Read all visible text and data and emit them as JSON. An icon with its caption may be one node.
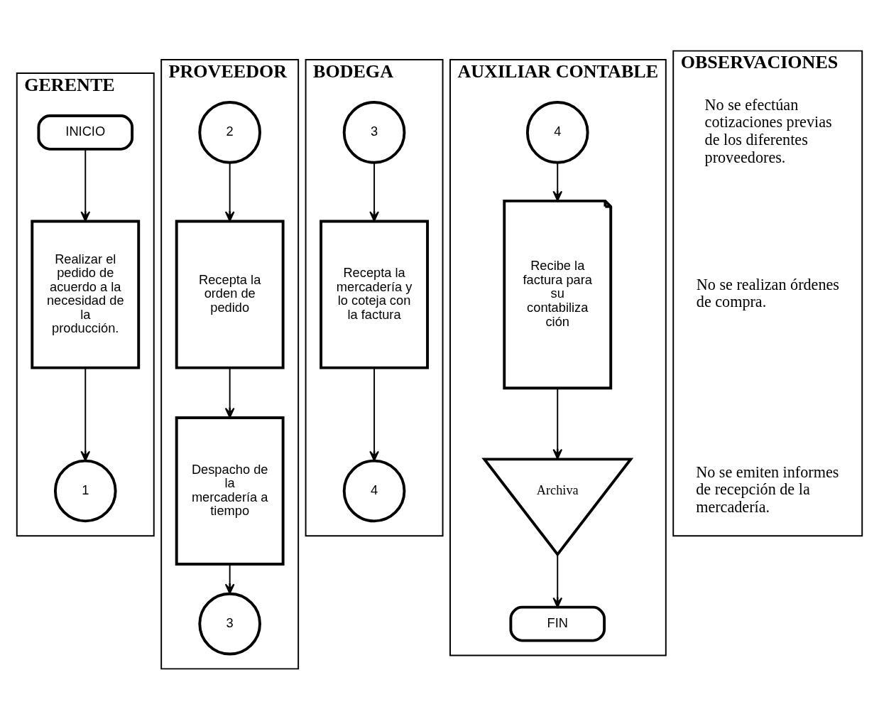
{
  "diagram": {
    "nodes": [
      {
        "text": [
          "GERENTE"
        ]
      },
      {
        "text": [
          "INICIO"
        ],
        "in": 0
      },
      {
        "text": [
          "Realizar el pedido de acuerdo a la necesidad de la producción."
        ],
        "in": 0
      },
      {
        "text": [
          "1"
        ],
        "in": 0
      },
      {
        "text": [
          "PROVEEDOR"
        ]
      },
      {
        "text": [
          "2"
        ],
        "in": 4
      },
      {
        "text": [
          "Recepta la orden de pedido"
        ],
        "in": 4
      },
      {
        "text": [
          "Despacho de la mercadería a tiempo"
        ],
        "in": 4
      },
      {
        "text": [
          "3"
        ],
        "in": 4
      },
      {
        "text": [
          "BODEGA"
        ]
      },
      {
        "text": [
          "3"
        ],
        "in": 9
      },
      {
        "text": [
          "Recepta la mercadería y lo coteja con la factura"
        ],
        "in": 9
      },
      {
        "text": [
          "4"
        ],
        "in": 9
      },
      {
        "text": [
          "AUXILIAR CONTABLE"
        ]
      },
      {
        "text": [
          "4"
        ],
        "in": 13
      },
      {
        "text": [
          "Recibe la factura para su contabiliza ción"
        ],
        "in": 13
      },
      {
        "text": [
          "Archiva"
        ],
        "in": 13
      },
      {
        "text": [
          "FIN"
        ],
        "in": 13
      },
      {
        "text": [
          "OBSERVACIONES"
        ]
      }
    ],
    "edges": [
      {
        "from": 1,
        "to": 2,
        "arrow": "to"
      },
      {
        "from": 2,
        "to": 3,
        "arrow": "to"
      },
      {
        "from": 5,
        "to": 6,
        "arrow": "to"
      },
      {
        "from": 6,
        "to": 7,
        "arrow": "to"
      },
      {
        "from": 7,
        "to": 8,
        "arrow": "to"
      },
      {
        "from": 10,
        "to": 11,
        "arrow": "to"
      },
      {
        "from": 11,
        "to": 12,
        "arrow": "to"
      },
      {
        "from": 14,
        "to": 15,
        "arrow": "to"
      },
      {
        "from": 15,
        "to": 16,
        "arrow": "to"
      },
      {
        "from": 16,
        "to": 17,
        "arrow": "to"
      }
    ],
    "labels": [
      "No se efectúan cotizaciones previas de los diferentes proveedores.",
      "No se realizan órdenes de compra.",
      "No se emiten informes de recepción de la mercadería."
    ]
  }
}
